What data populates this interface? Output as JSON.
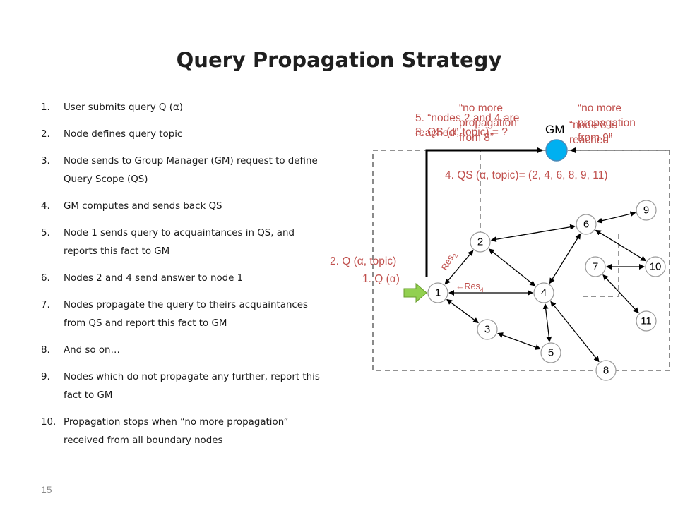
{
  "slide": {
    "title": "Query Propagation Strategy",
    "page_number": "15"
  },
  "steps": [
    {
      "num": "1.",
      "text": "User submits query Q (α)"
    },
    {
      "num": "2.",
      "text": "Node defines query topic"
    },
    {
      "num": "3.",
      "text": "Node sends to Group Manager (GM) request to define Query Scope (QS)"
    },
    {
      "num": "4.",
      "text": "GM computes and sends back QS"
    },
    {
      "num": "5.",
      "text": "Node 1 sends query to acquaintances in QS, and reports this fact to GM"
    },
    {
      "num": "6.",
      "text": "Nodes 2 and 4 send answer to node 1"
    },
    {
      "num": "7.",
      "text": "Nodes propagate the query to theirs acquaintances from QS and report this fact to GM"
    },
    {
      "num": "8.",
      "text": "And so on…"
    },
    {
      "num": "9.",
      "text": "Nodes which do not propagate any further, report this fact to GM"
    },
    {
      "num": "10.",
      "text": "Propagation stops when “no more propagation” received from all boundary nodes"
    }
  ],
  "diagram": {
    "gm_label": "GM",
    "nodes": [
      "1",
      "2",
      "3",
      "4",
      "5",
      "6",
      "7",
      "8",
      "9",
      "10",
      "11"
    ],
    "edges": [
      [
        "1",
        "2"
      ],
      [
        "1",
        "4"
      ],
      [
        "2",
        "4"
      ],
      [
        "1",
        "3"
      ],
      [
        "3",
        "5"
      ],
      [
        "4",
        "5"
      ],
      [
        "4",
        "8"
      ],
      [
        "4",
        "6"
      ],
      [
        "2",
        "6"
      ],
      [
        "6",
        "9"
      ],
      [
        "6",
        "10"
      ],
      [
        "7",
        "10"
      ],
      [
        "7",
        "11"
      ]
    ],
    "annotations": {
      "q_alpha": "1. Q (α)",
      "q_alpha_topic": "2. Q (α, topic)",
      "qs_request": "3. QS (α, topic) = ?",
      "qs_response": "4. QS (α, topic)= (2, 4, 6, 8, 9, 11)",
      "nodes_reached": "5. “nodes 2 and 4 are reached”",
      "no_more_left": "“no more propagation from 8”",
      "no_more_right": "“no more propagation from 9”",
      "node8_reached": "“node 8 is reached”",
      "res2": "Res",
      "res2_sub": "2",
      "res4": "←Res",
      "res4_sub": "4"
    },
    "colors": {
      "annotation": "#c0504d",
      "gm_fill": "#00b0f0",
      "entry_arrow": "#92d050",
      "node_fill": "#ffffff",
      "node_border": "#909090"
    }
  }
}
